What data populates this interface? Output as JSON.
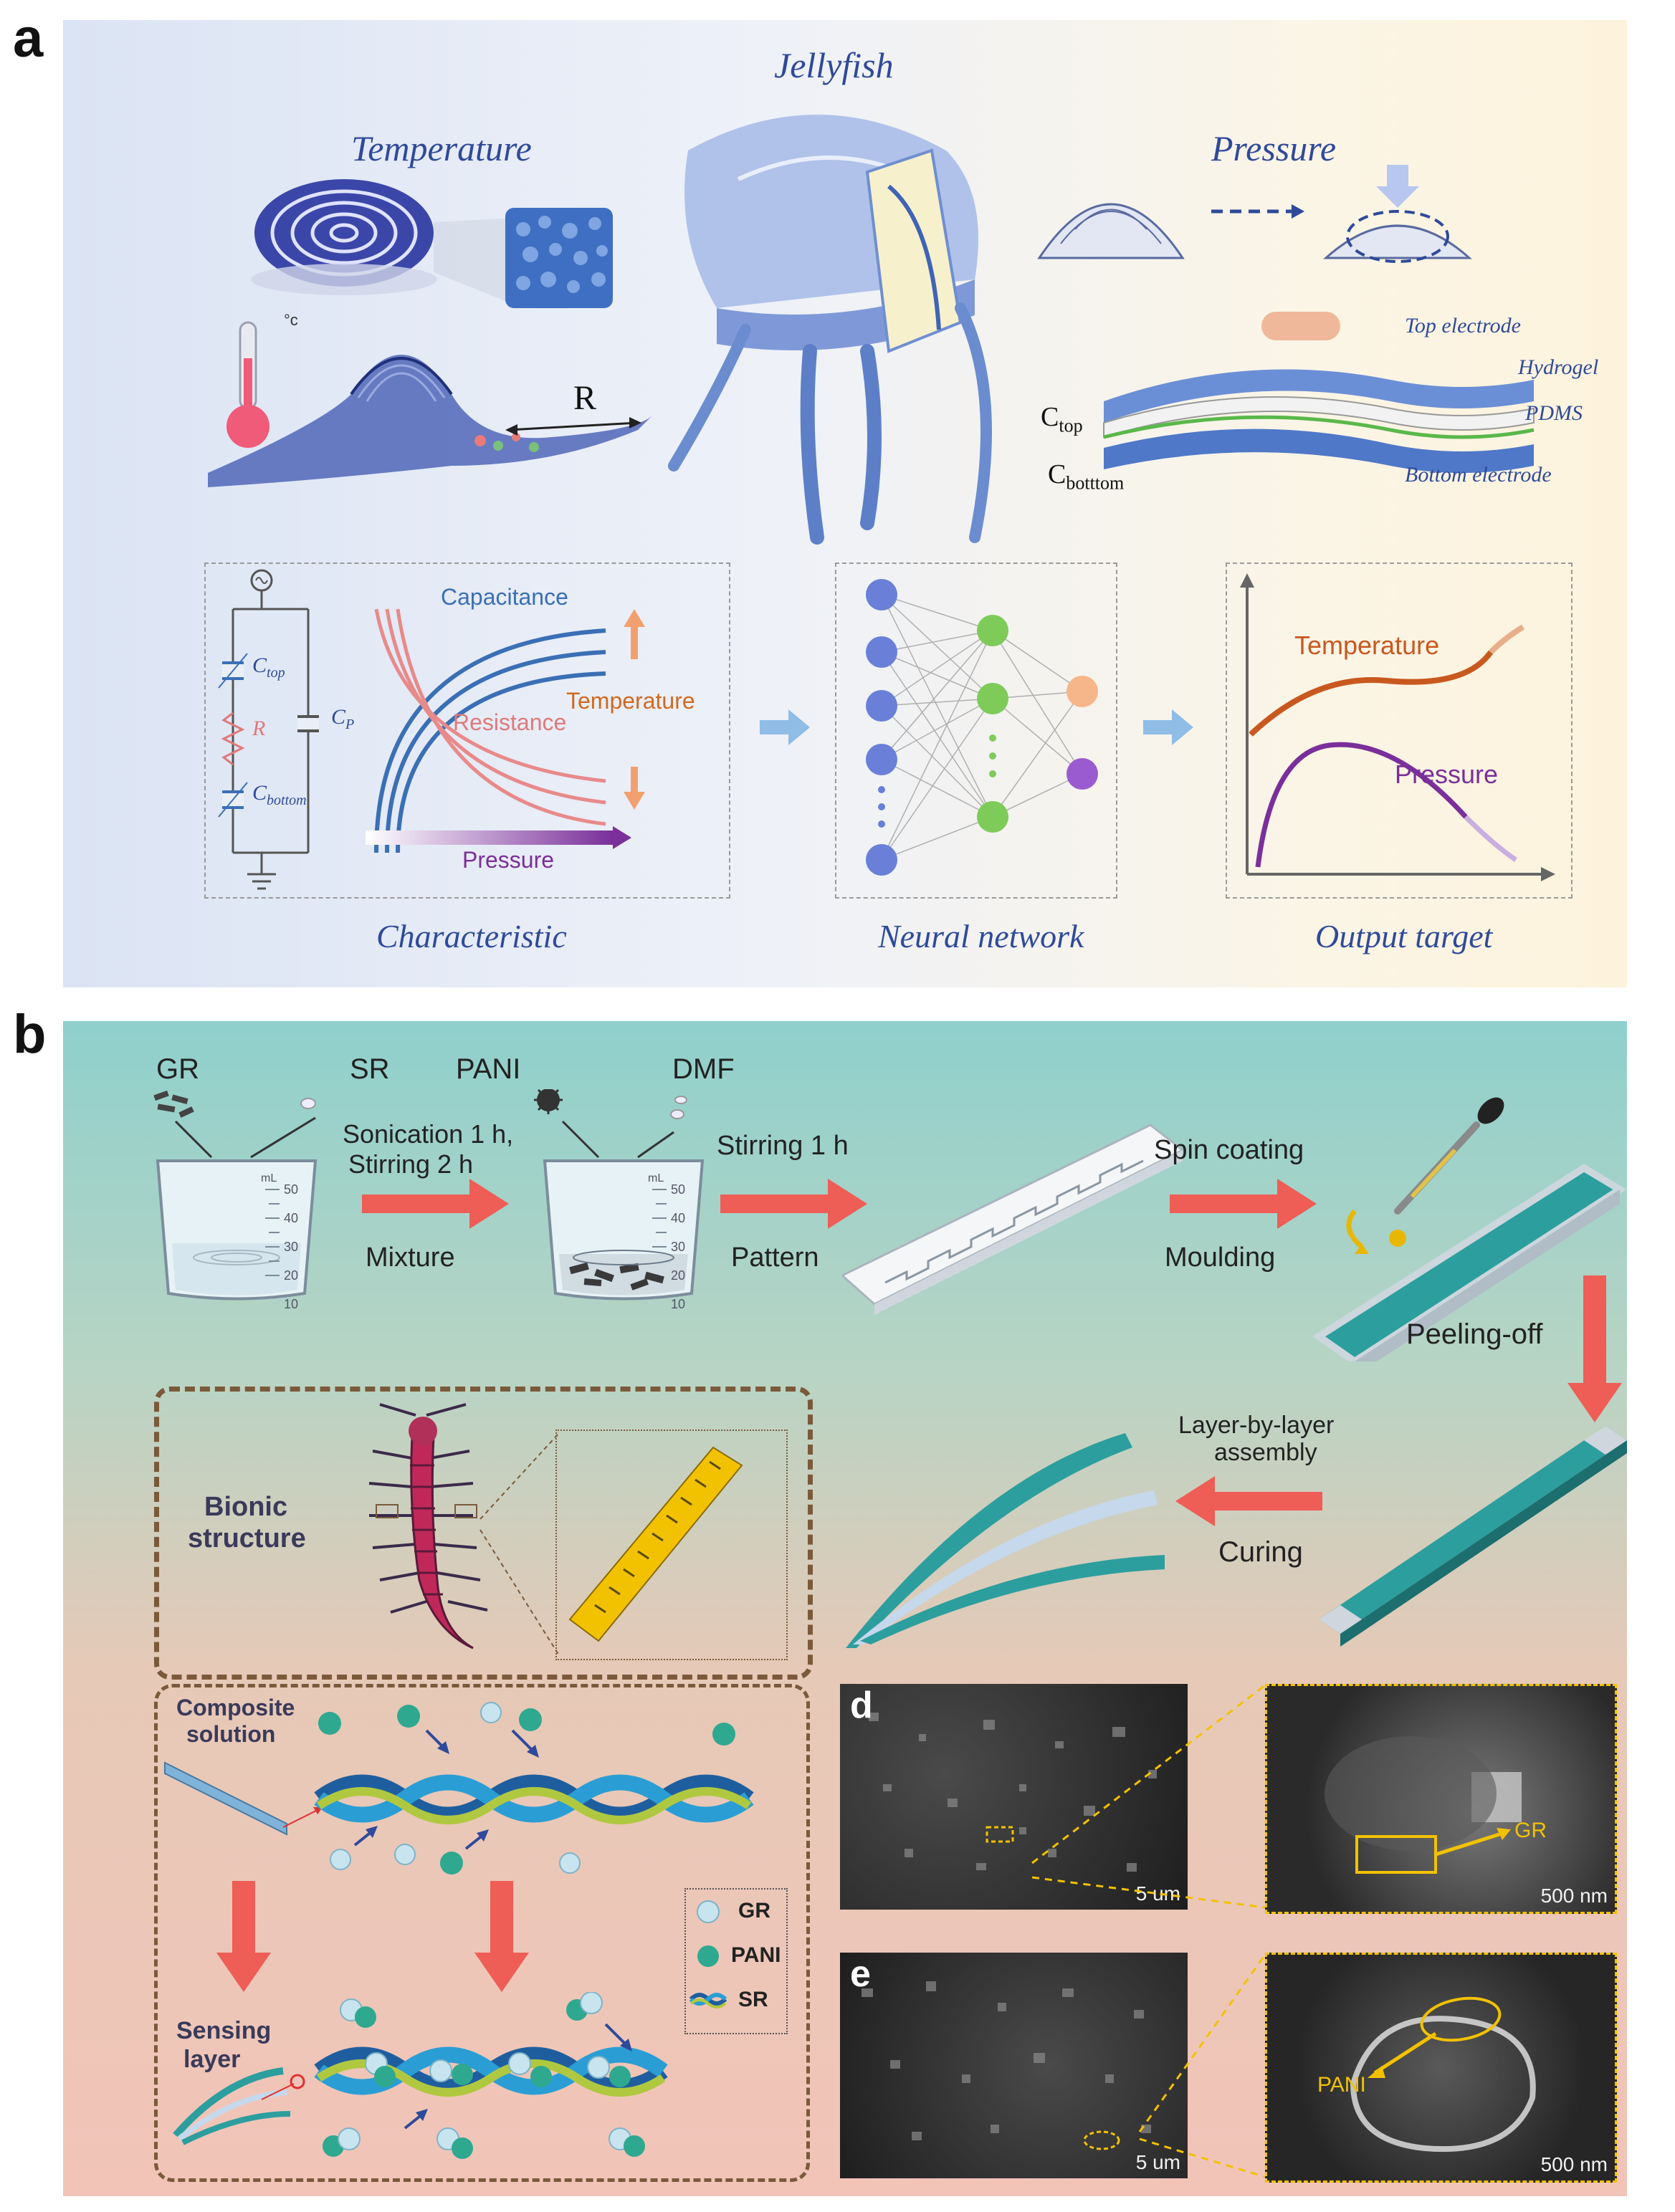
{
  "panel_a": {
    "letter": "a",
    "title_temperature": "Temperature",
    "title_jellyfish": "Jellyfish",
    "title_pressure": "Pressure",
    "label_R": "R",
    "degree_mark": "°c",
    "layers": {
      "top_electrode": "Top electrode",
      "hydrogel": "Hydrogel",
      "pdms": "PDMS",
      "bottom_electrode": "Bottom electrode",
      "c_top": "C",
      "c_top_sub": "top",
      "c_bottom": "C",
      "c_bottom_sub": "botttom"
    },
    "circuit": {
      "c_top": "C",
      "c_top_sub": "top",
      "r": "R",
      "c_bottom": "C",
      "c_bottom_sub": "bottom",
      "c_p": "C",
      "c_p_sub": "P"
    },
    "curves": {
      "capacitance": "Capacitance",
      "resistance": "Resistance",
      "temperature": "Temperature",
      "pressure": "Pressure"
    },
    "output": {
      "temperature": "Temperature",
      "pressure": "Pressure"
    },
    "captions": {
      "characteristic": "Characteristic",
      "neural_network": "Neural network",
      "output_target": "Output target"
    },
    "colors": {
      "title_blue": "#2f4a9a",
      "temperature_orange": "#d1691f",
      "pressure_purple": "#7a2f9a",
      "capacitance_blue": "#3a6fb5",
      "resistance_red": "#e07a7a"
    }
  },
  "panel_b": {
    "letter": "b",
    "materials": {
      "gr": "GR",
      "sr": "SR",
      "pani": "PANI",
      "dmf": "DMF"
    },
    "steps": {
      "step1_line1": "Sonication 1 h,",
      "step1_line2": "Stirring 2 h",
      "step1_below": "Mixture",
      "step2_above": "Stirring 1 h",
      "step2_below": "Pattern",
      "step3_above": "Spin coating",
      "step3_below": "Moulding",
      "peeling": "Peeling-off",
      "layer_line1": "Layer-by-layer",
      "layer_line2": "assembly",
      "curing": "Curing"
    },
    "bionic_line1": "Bionic",
    "bionic_line2": "structure",
    "composite_line1": "Composite",
    "composite_line2": "solution",
    "sensing_line1": "Sensing",
    "sensing_line2": "layer",
    "legend": {
      "gr": "GR",
      "pani": "PANI",
      "sr": "SR"
    },
    "sem": {
      "d_label": "d",
      "e_label": "e",
      "scale_5um": "5 um",
      "scale_500nm": "500 nm",
      "gr_callout": "GR",
      "pani_callout": "PANI"
    },
    "beaker_marks": [
      "50",
      "40",
      "30",
      "20",
      "10"
    ],
    "beaker_unit": "mL",
    "colors": {
      "arrow_red": "#ee5d56",
      "teal": "#2d9e9e",
      "gold": "#f2c200",
      "centipede": "#c0285a"
    }
  }
}
